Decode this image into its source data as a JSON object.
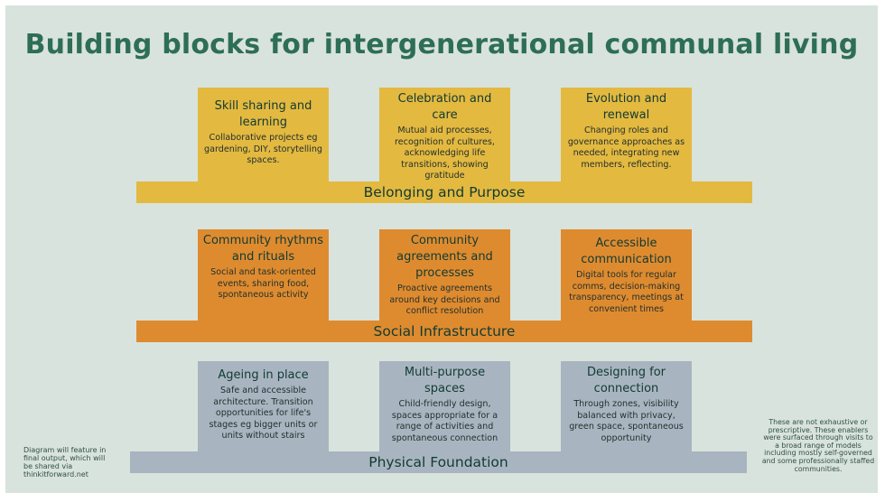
{
  "title": "Building blocks for intergenerational communal living",
  "tiers": [
    {
      "bar_label": "Belonging and Purpose",
      "blocks": [
        {
          "title": "Skill sharing and learning",
          "desc": "Collaborative projects eg gardening, DIY, storytelling spaces."
        },
        {
          "title": "Celebration and care",
          "desc": "Mutual aid processes, recognition of cultures, acknowledging life transitions, showing gratitude"
        },
        {
          "title": "Evolution and renewal",
          "desc": "Changing roles and governance approaches as needed, integrating new members, reflecting."
        }
      ]
    },
    {
      "bar_label": "Social Infrastructure",
      "blocks": [
        {
          "title": "Community rhythms and rituals",
          "desc": "Social and task-oriented events, sharing food, spontaneous activity"
        },
        {
          "title": "Community agreements and processes",
          "desc": "Proactive agreements around key decisions and conflict resolution"
        },
        {
          "title": "Accessible communication",
          "desc": "Digital tools for regular comms, decision-making transparency, meetings at convenient times"
        }
      ]
    },
    {
      "bar_label": "Physical Foundation",
      "blocks": [
        {
          "title": "Ageing in place",
          "desc": "Safe and accessible architecture. Transition opportunities for life's stages eg bigger units or units without stairs"
        },
        {
          "title": "Multi-purpose spaces",
          "desc": "Child-friendly design, spaces appropriate for a range of activities and spontaneous connection"
        },
        {
          "title": "Designing for connection",
          "desc": "Through zones, visibility balanced with privacy, green space, spontaneous opportunity"
        }
      ]
    }
  ],
  "note_left": "Diagram will feature in final output, which will be shared via thinkitforward.net",
  "note_right": "These are not exhaustive or prescriptive. These enablers were surfaced through visits to a broad range of models including mostly self-governed and some professionally staffed communities.",
  "colors": {
    "background": "#d9e3dd",
    "title": "#2e6e58",
    "belonging": "#e3b940",
    "social": "#de8b2f",
    "physical": "#a8b5c0"
  }
}
